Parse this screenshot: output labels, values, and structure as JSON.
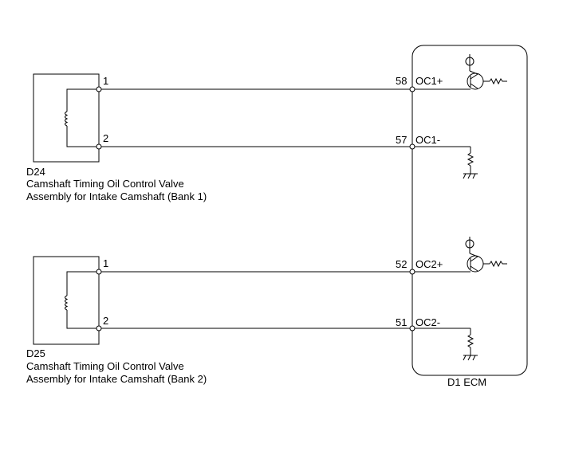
{
  "components": [
    {
      "id": "D24",
      "name_line1": "Camshaft Timing Oil Control Valve",
      "name_line2": "Assembly for Intake Camshaft (Bank 1)",
      "pins": [
        {
          "pin": "1",
          "ecm_pin": "58",
          "ecm_signal": "OC1+"
        },
        {
          "pin": "2",
          "ecm_pin": "57",
          "ecm_signal": "OC1-"
        }
      ]
    },
    {
      "id": "D25",
      "name_line1": "Camshaft Timing Oil Control Valve",
      "name_line2": "Assembly for Intake Camshaft (Bank 2)",
      "pins": [
        {
          "pin": "1",
          "ecm_pin": "52",
          "ecm_signal": "OC2+"
        },
        {
          "pin": "2",
          "ecm_pin": "51",
          "ecm_signal": "OC2-"
        }
      ]
    }
  ],
  "ecm": {
    "label": "D1 ECM"
  }
}
